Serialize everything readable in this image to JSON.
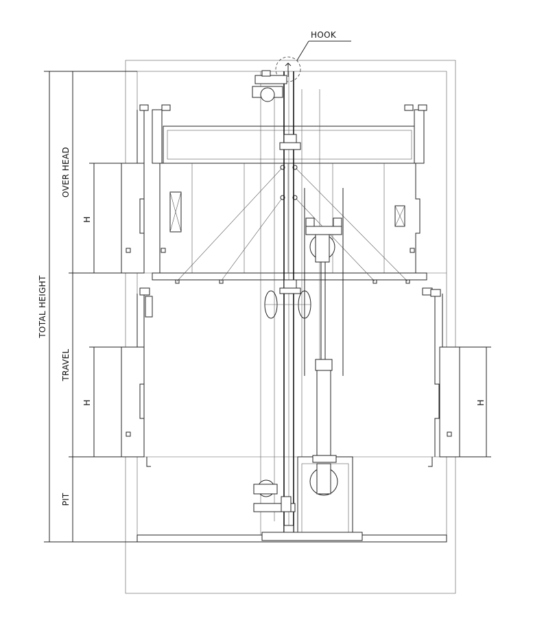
{
  "labels": {
    "hook": "HOOK",
    "total_height": "TOTAL HEIGHT",
    "over_head": "OVER HEAD",
    "travel": "TRAVEL",
    "pit": "PIT",
    "h_upper": "H",
    "h_lower_left": "H",
    "h_lower_right": "H"
  }
}
